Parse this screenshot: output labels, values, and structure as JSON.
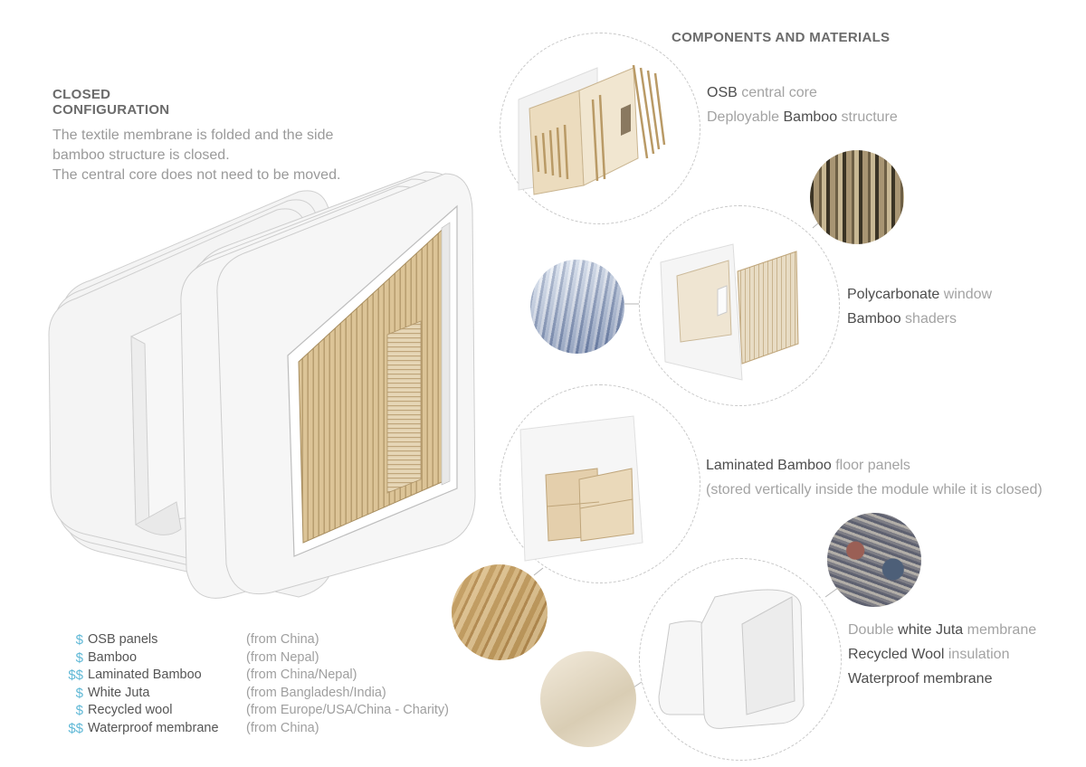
{
  "closed": {
    "heading_line1": "CLOSED",
    "heading_line2": "CONFIGURATION",
    "desc_line1": "The textile membrane is folded and the side",
    "desc_line2": "bamboo structure is closed.",
    "desc_line3": "The central core does not need to be moved."
  },
  "components": {
    "heading": "COMPONENTS AND MATERIALS",
    "group1": {
      "l1_bold": "OSB",
      "l1_rest": " central core",
      "l2_pre": "Deployable ",
      "l2_bold": "Bamboo",
      "l2_rest": " structure"
    },
    "group2": {
      "l1_bold": "Polycarbonate",
      "l1_rest": " window",
      "l2_bold": "Bamboo",
      "l2_rest": " shaders"
    },
    "group3": {
      "l1_bold": "Laminated Bamboo",
      "l1_rest": " floor panels",
      "l2": "(stored vertically inside the module while it is closed)"
    },
    "group4": {
      "l1_pre": "Double ",
      "l1_bold": "white Juta",
      "l1_rest": " membrane",
      "l2_bold": "Recycled Wool",
      "l2_rest": " insulation",
      "l3_bold": "Waterproof membrane"
    }
  },
  "legend": [
    {
      "cost": "$",
      "material": "OSB panels",
      "origin": "(from China)"
    },
    {
      "cost": "$",
      "material": "Bamboo",
      "origin": "(from Nepal)"
    },
    {
      "cost": "$$",
      "material": "Laminated Bamboo",
      "origin": "(from China/Nepal)"
    },
    {
      "cost": "$",
      "material": "White Juta",
      "origin": "(from Bangladesh/India)"
    },
    {
      "cost": "$",
      "material": "Recycled wool",
      "origin": "(from Europe/USA/China - Charity)"
    },
    {
      "cost": "$$",
      "material": "Waterproof membrane",
      "origin": "(from China)"
    }
  ],
  "colors": {
    "accent_cost": "#5fb8d6",
    "bamboo": "#d7bf92",
    "osb": "#e3cfae",
    "membrane": "#f4f4f4"
  }
}
